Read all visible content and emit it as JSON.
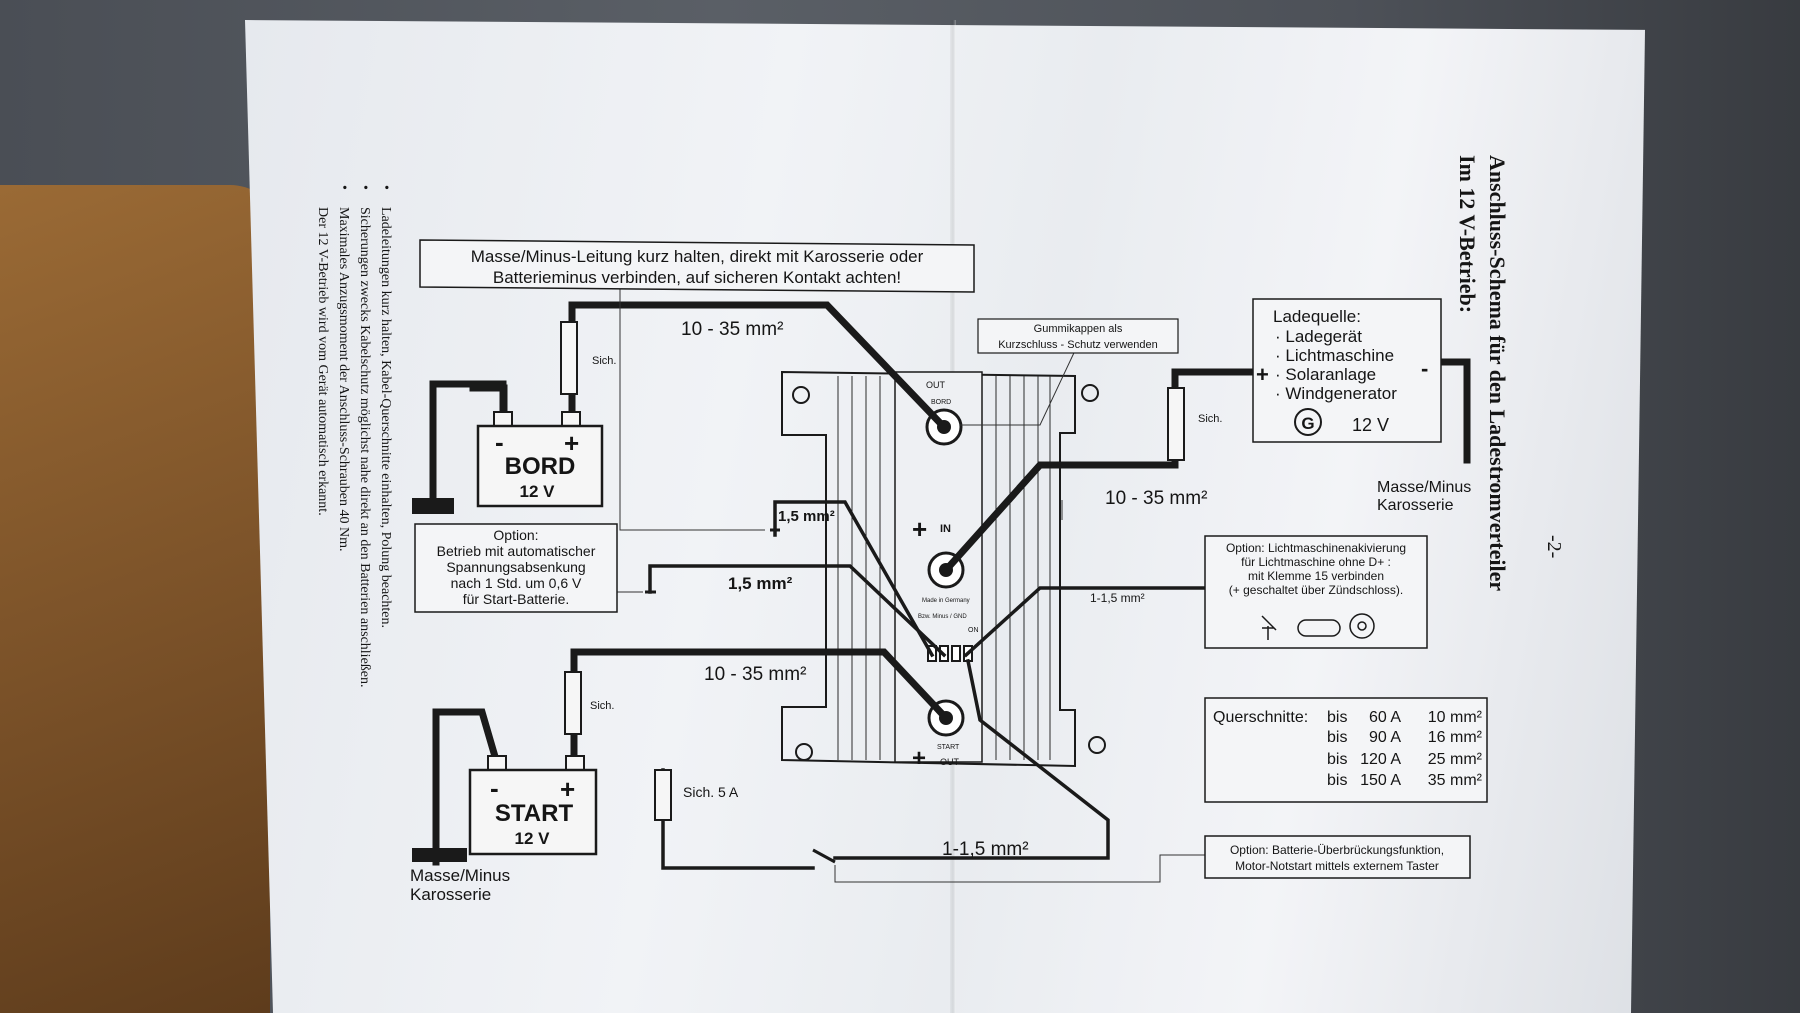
{
  "header": {
    "page_number": "-2-",
    "title": "Anschluss-Schema  für  den  Ladestromverteiler",
    "subtitle": "Im 12 V-Betrieb:"
  },
  "notes": [
    "Ladeleitungen kurz halten, Kabel-Querschnitte einhalten, Polung beachten.",
    "Sicherungen zwecks Kabelschutz möglichst nahe direkt an den Batterien anschließen.",
    "Maximales Anzugsmoment der Anschluss-Schrauben 40 Nm.",
    "Der 12 V-Betrieb wird vom Gerät automatisch erkannt."
  ],
  "callout_ground": {
    "line1": "Masse/Minus-Leitung kurz halten, direkt mit Karosserie oder",
    "line2": "Batterieminus verbinden, auf sicheren Kontakt achten!"
  },
  "callout_caps": {
    "line1": "Gummikappen als",
    "line2": "Kurzschluss - Schutz verwenden"
  },
  "source": {
    "heading": "Ladequelle:",
    "items": [
      "· Ladegerät",
      "· Lichtmaschine",
      "· Solaranlage",
      "· Windgenerator"
    ],
    "plus": "+",
    "minus": "-",
    "symbol": "G",
    "voltage": "12 V"
  },
  "ground_right": {
    "line1": "Masse/Minus",
    "line2": "Karosserie"
  },
  "ground_left": {
    "line1": "Masse/Minus",
    "line2": "Karosserie"
  },
  "battery_bord": {
    "name": "BORD",
    "voltage": "12 V",
    "minus": "-",
    "plus": "+"
  },
  "battery_start": {
    "name": "START",
    "voltage": "12 V",
    "minus": "-",
    "plus": "+"
  },
  "option_voltage": {
    "heading": "Option:",
    "line1": "Betrieb mit automatischer",
    "line2": "Spannungsabsenkung",
    "line3": "nach 1 Std. um 0,6 V",
    "line4": "für Start-Batterie."
  },
  "option_alternator": {
    "line1": "Option: Lichtmaschinenakivierung",
    "line2": "für Lichtmaschine ohne D+ :",
    "line3": "mit Klemme 15 verbinden",
    "line4": "(+ geschaltet über Zündschloss)."
  },
  "option_bridge": {
    "line1": "Option: Batterie-Überbrückungsfunktion,",
    "line2": "Motor-Notstart mittels externem Taster"
  },
  "cross_sections": {
    "label": "Querschnitte:",
    "rows": [
      {
        "prefix": "bis",
        "amps": "60 A",
        "size": "10 mm²"
      },
      {
        "prefix": "bis",
        "amps": "90 A",
        "size": "16 mm²"
      },
      {
        "prefix": "bis",
        "amps": "120 A",
        "size": "25 mm²"
      },
      {
        "prefix": "bis",
        "amps": "150 A",
        "size": "35 mm²"
      }
    ]
  },
  "wires": {
    "bord": "10 - 35 mm²",
    "source": "10 - 35 mm²",
    "start": "10 - 35 mm²",
    "thin_upper": "1,5 mm²",
    "thin_lower": "1,5 mm²",
    "alt": "1-1,5 mm²",
    "bridge": "1-1,5 mm²"
  },
  "fuses": {
    "bord": "Sich.",
    "source": "Sich.",
    "start": "Sich.",
    "start_small": "Sich. 5 A"
  },
  "device": {
    "out_top": "OUT",
    "bord": "BORD",
    "plus": "+",
    "in": "IN",
    "brand": "Made in Germany",
    "gnd": "Bzw. Minus / GND",
    "on": "ON",
    "start": "START",
    "out_bottom": "OUT"
  }
}
